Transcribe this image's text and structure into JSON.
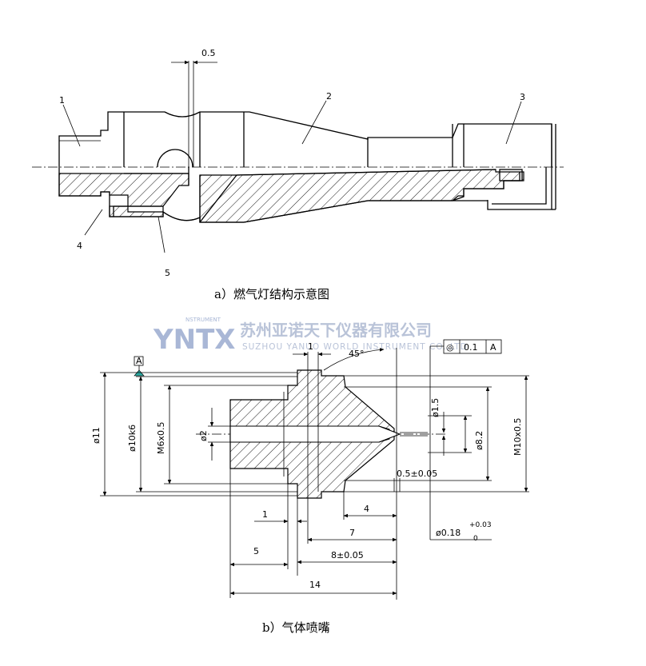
{
  "figure_a": {
    "caption": "a）燃气灯结构示意图",
    "part_labels": [
      "1",
      "2",
      "3",
      "4",
      "5"
    ],
    "dim_top": "0.5"
  },
  "watermark": {
    "logo": "YNTX",
    "logo_small": "NSTRUMENT",
    "company_cn": "苏州亚诺天下仪器有限公司",
    "company_en": "SUZHOU YANUO WORLD INSTRUMENT CO.,LTD"
  },
  "figure_b": {
    "caption": "b）气体喷嘴",
    "datum": "A",
    "tolerance_frame": [
      "◎",
      "0.1",
      "A"
    ],
    "angle": "45°",
    "dims": {
      "d_outer": "ø11",
      "d_10k6": "ø10k6",
      "thread_m6": "M6x0.5",
      "d2": "ø2",
      "d1_5": "ø1.5",
      "d8_2": "ø8.2",
      "thread_m10": "M10x0.5",
      "tip": "0.5±0.05",
      "l4": "4",
      "l1": "1",
      "l7": "7",
      "l5": "5",
      "l8": "8±0.05",
      "l14": "14",
      "top1": "1",
      "orifice": "ø0.18",
      "orifice_tol_up": "+0.03",
      "orifice_tol_low": "0"
    }
  }
}
